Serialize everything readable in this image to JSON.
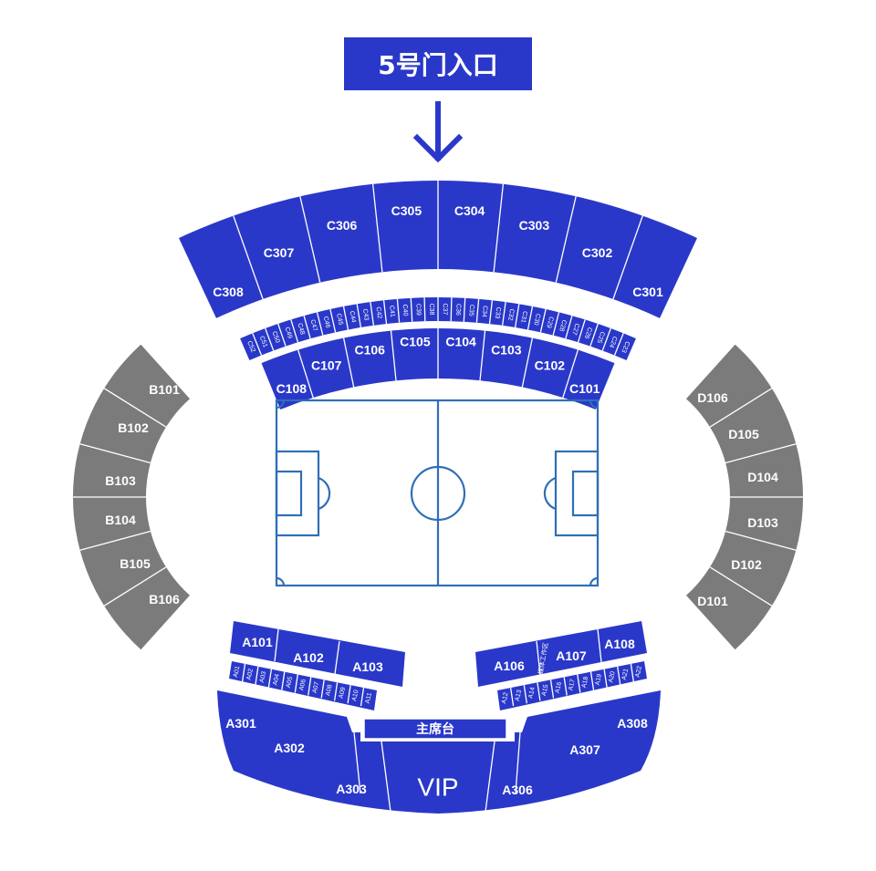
{
  "colors": {
    "stand_blue": "#2a38c9",
    "stand_gray": "#7b7b7b",
    "pitch_line": "#2f6fb6"
  },
  "gate": {
    "label": "5号门入口",
    "arrow_icon": "down-arrow-icon"
  },
  "upper_north": [
    "C308",
    "C307",
    "C306",
    "C305",
    "C304",
    "C303",
    "C302",
    "C301"
  ],
  "north_boxes": [
    "C52",
    "C51",
    "C50",
    "C49",
    "C48",
    "C47",
    "C46",
    "C45",
    "C44",
    "C43",
    "C42",
    "C41",
    "C40",
    "C39",
    "C38",
    "C37",
    "C36",
    "C35",
    "C34",
    "C33",
    "C32",
    "C31",
    "C30",
    "C29",
    "C28",
    "C27",
    "C26",
    "C25",
    "C24",
    "C23"
  ],
  "lower_north": [
    "C108",
    "C107",
    "C106",
    "C105",
    "C104",
    "C103",
    "C102",
    "C101"
  ],
  "west": [
    "B101",
    "B102",
    "B103",
    "B104",
    "B105",
    "B106"
  ],
  "east": [
    "D106",
    "D105",
    "D104",
    "D103",
    "D102",
    "D101"
  ],
  "south_lower_west": [
    "A101",
    "A102",
    "A103"
  ],
  "south_lower_east": [
    "A106",
    "A107",
    "A108"
  ],
  "south_lower_east_note": "媒体工作区",
  "south_boxes_west": [
    "A01",
    "A02",
    "A03",
    "A04",
    "A05",
    "A06",
    "A07",
    "A08",
    "A09",
    "A10",
    "A11"
  ],
  "south_boxes_east": [
    "A12",
    "A13",
    "A14",
    "A15",
    "A16",
    "A17",
    "A18",
    "A19",
    "A20",
    "A21",
    "A22"
  ],
  "main_stand": "主席台",
  "south_upper": [
    "A301",
    "A302",
    "A303",
    "A306",
    "A307",
    "A308"
  ],
  "vip": "VIP"
}
